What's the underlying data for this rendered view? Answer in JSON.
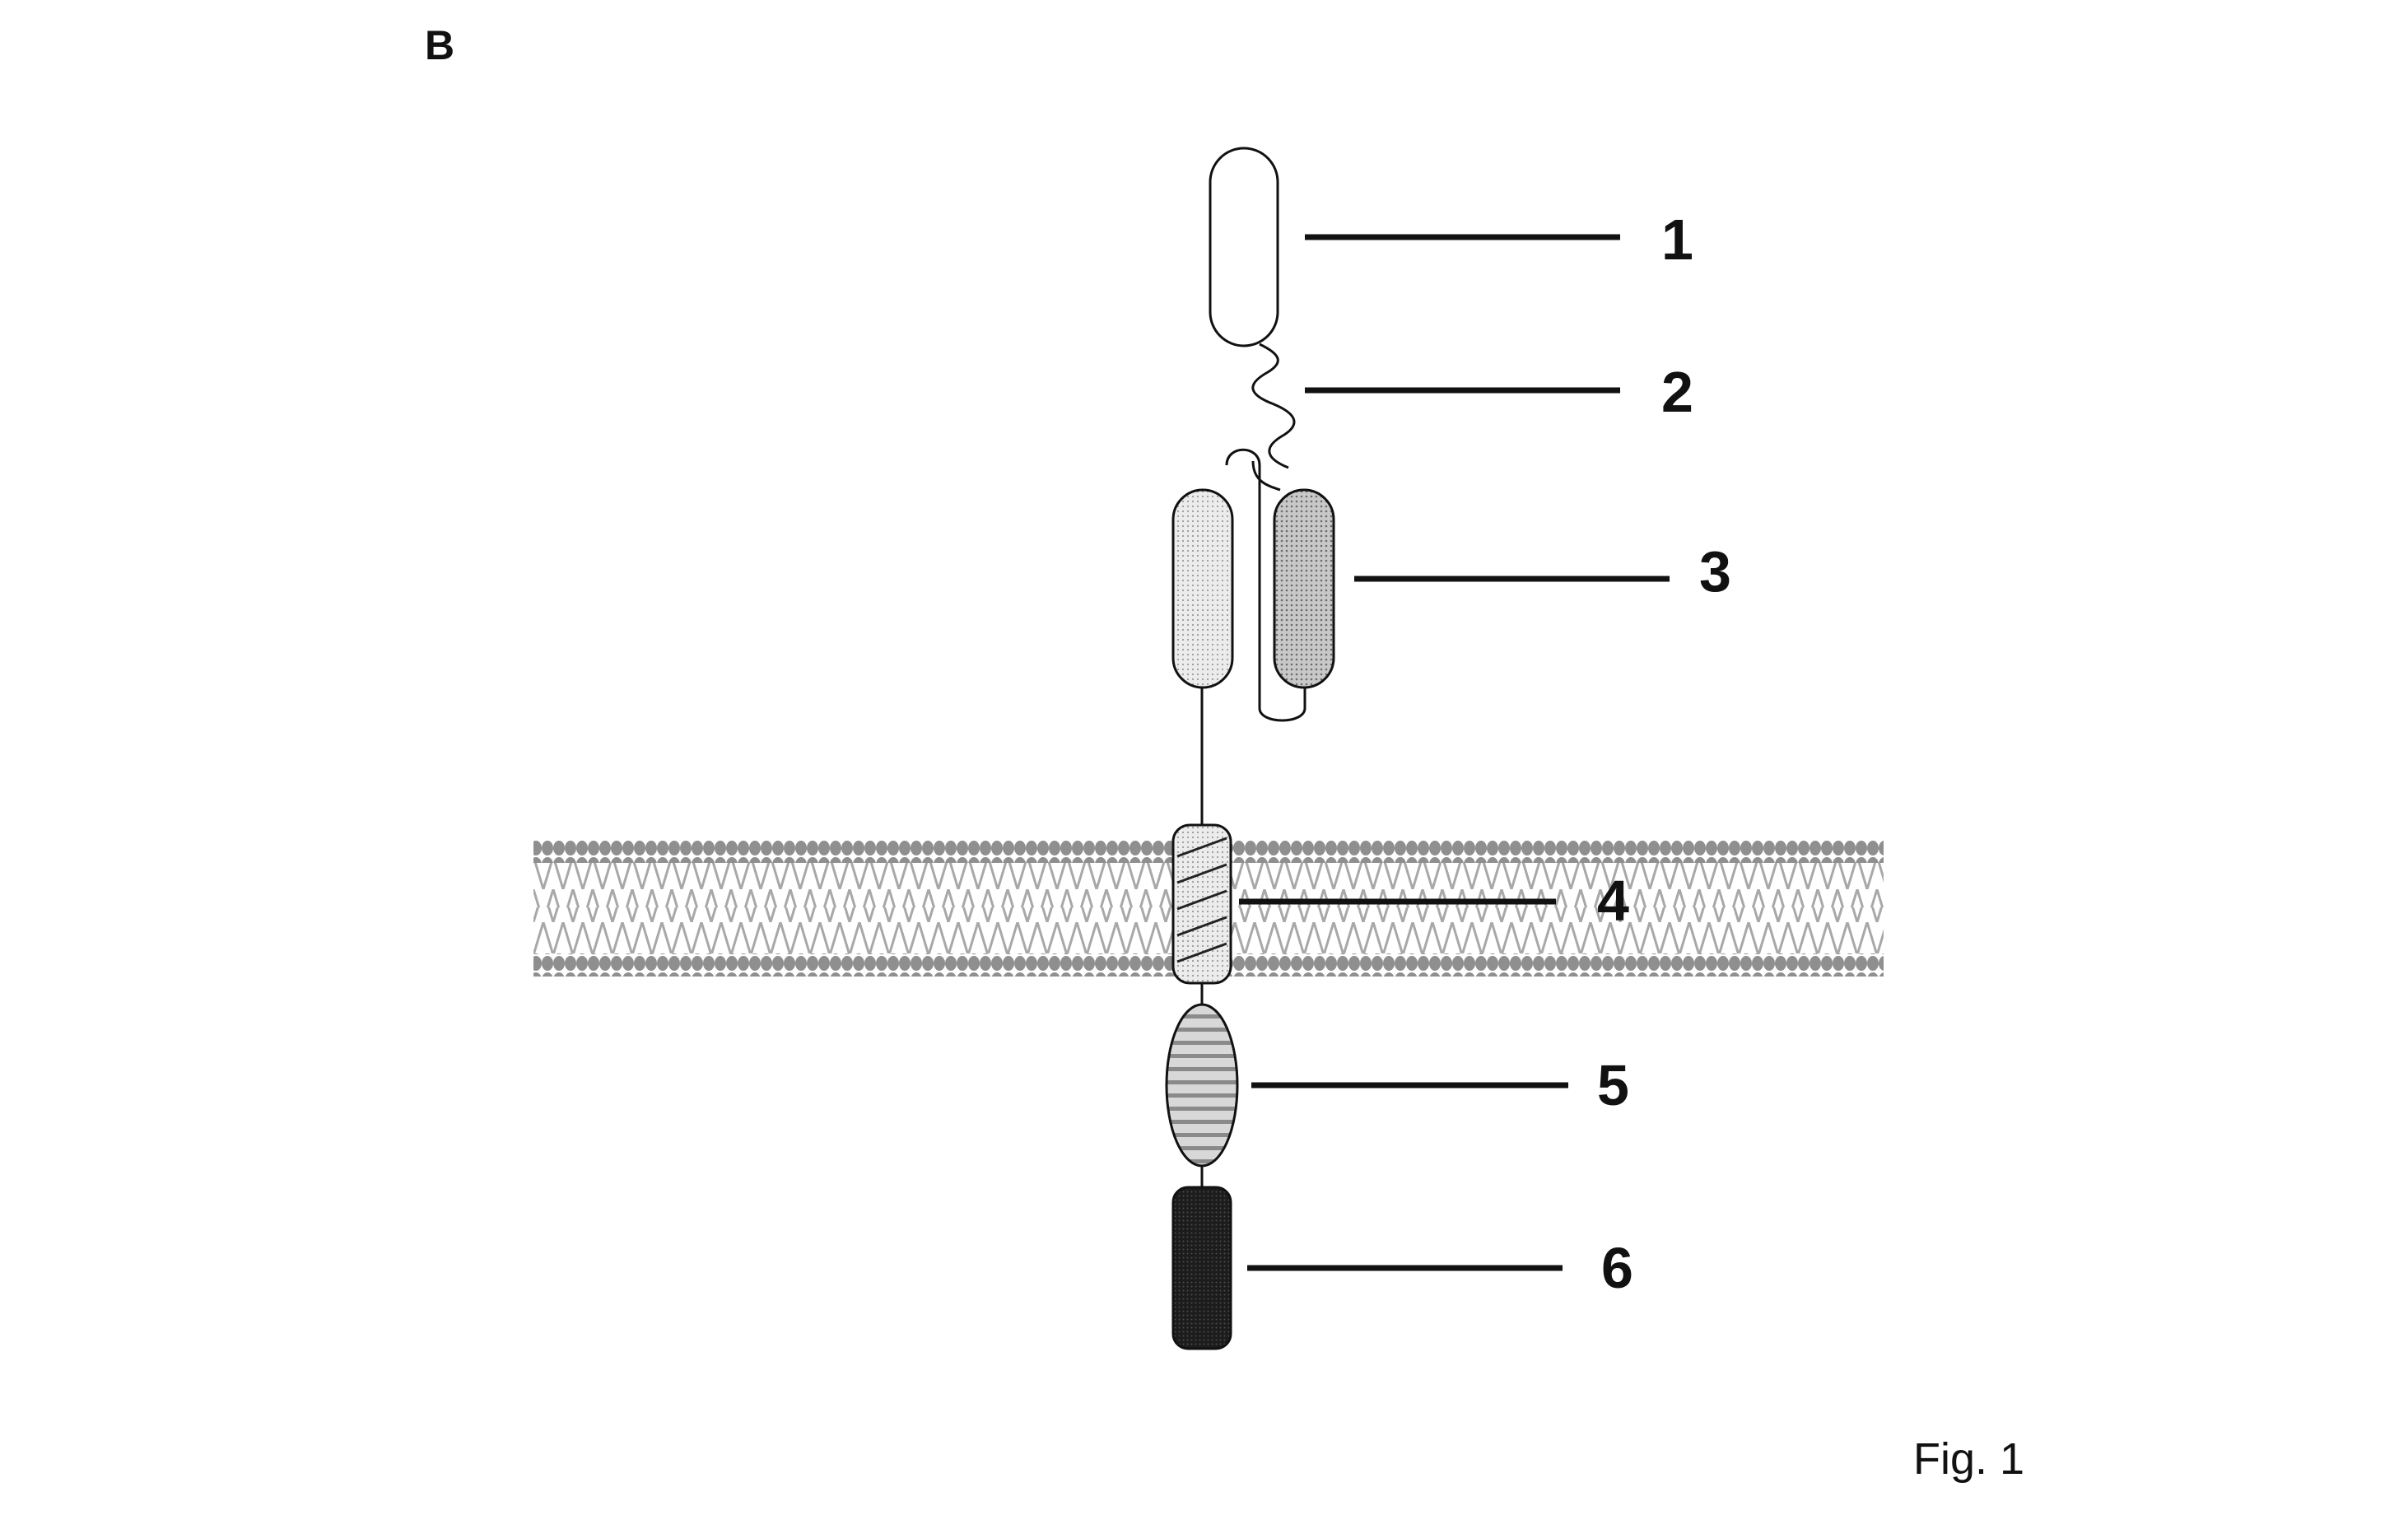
{
  "panel_label": "B",
  "figure_caption": "Fig. 1",
  "callouts": [
    {
      "id": "1",
      "label": "1"
    },
    {
      "id": "2",
      "label": "2"
    },
    {
      "id": "3",
      "label": "3"
    },
    {
      "id": "4",
      "label": "4"
    },
    {
      "id": "5",
      "label": "5"
    },
    {
      "id": "6",
      "label": "6"
    }
  ],
  "colors": {
    "ink": "#111111",
    "membrane_fill": "#d4d4d4",
    "domain_light": "#e2e2e2",
    "domain_medium": "#b9b9b9",
    "domain_dark": "#1e1e1e"
  }
}
